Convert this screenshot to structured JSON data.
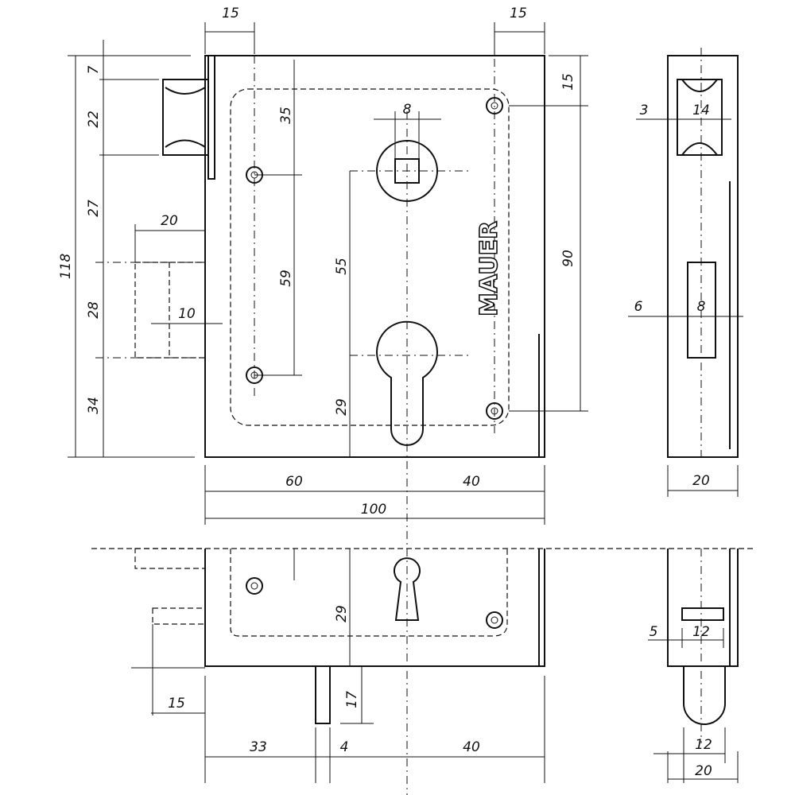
{
  "brand": "MAUER",
  "front_view": {
    "top_left_offset": "15",
    "top_right_offset": "15",
    "left_stack": [
      "7",
      "22",
      "27",
      "28",
      "34"
    ],
    "total_height": "118",
    "bolt_depth": "20",
    "bolt_offset": "10",
    "hole_top": "35",
    "hole_spacing": "59",
    "follower_to_key": "55",
    "key_height": "29",
    "follower_square": "8",
    "right_hole_spacing": "90",
    "right_top_offset": "15",
    "width_left": "60",
    "width_right": "40",
    "total_width": "100"
  },
  "side_view": {
    "latch_offset": "3",
    "latch_width": "14",
    "slot_offset": "6",
    "slot_width": "8",
    "depth": "20"
  },
  "bottom_view": {
    "key_height": "29",
    "bolt_projection": "17",
    "latch_offset": "15",
    "bolt_position": "33",
    "bolt_width": "4",
    "key_to_edge": "40"
  },
  "bottom_side_view": {
    "slot_offset": "5",
    "slot_width": "12",
    "knob_width": "12",
    "depth": "20"
  }
}
